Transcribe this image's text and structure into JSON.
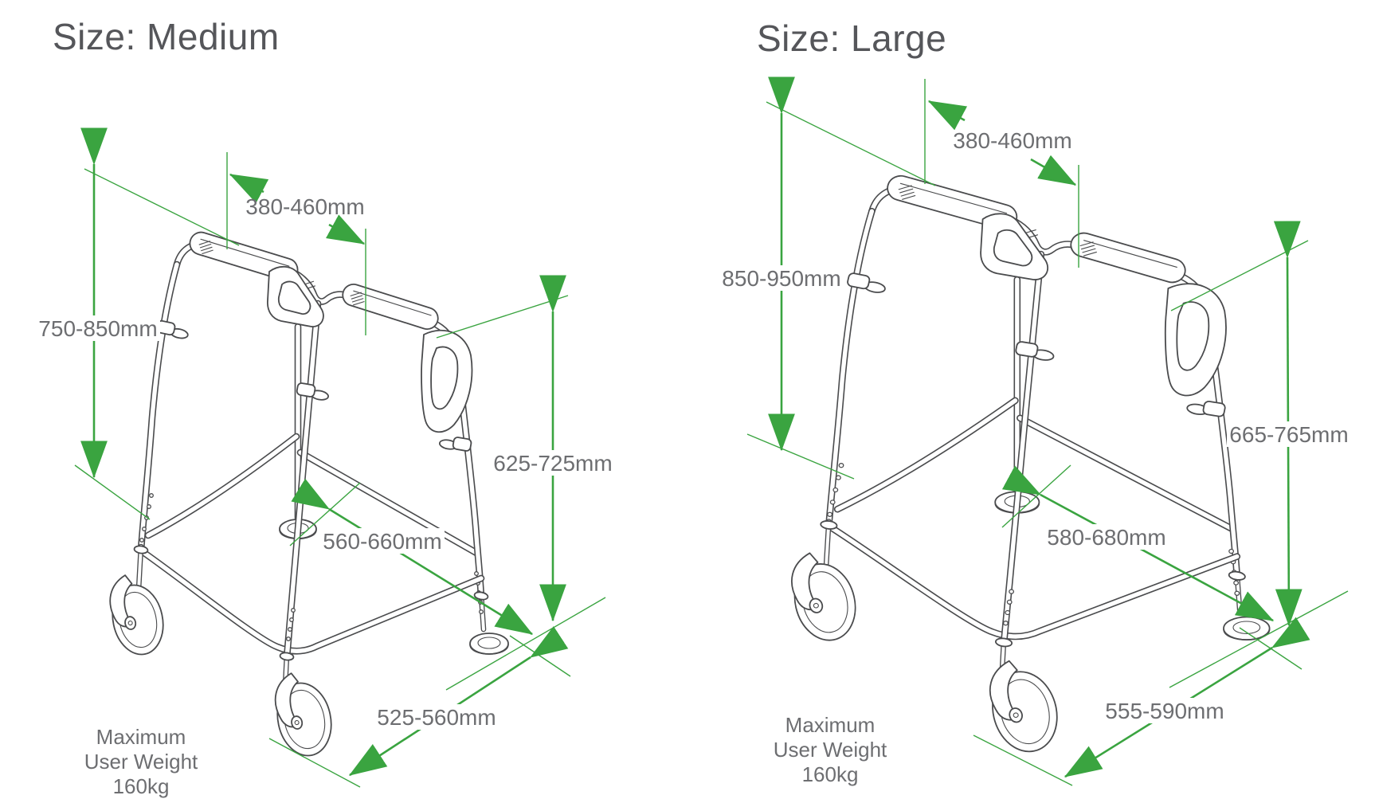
{
  "diagram": {
    "colors": {
      "dimension_green": "#3aa440",
      "label_gray": "#6d6e71",
      "title_gray": "#55565a",
      "line_art_gray": "#4a4b4d",
      "background": "#ffffff"
    },
    "panels": [
      {
        "id": "medium",
        "title": "Size: Medium",
        "dims": {
          "top_width": "380-460mm",
          "handle_height": "750-850mm",
          "armrest_height": "625-725mm",
          "depth": "560-660mm",
          "base_width": "525-560mm"
        },
        "weight_note": {
          "lines": [
            "Maximum",
            "User Weight",
            "160kg"
          ]
        }
      },
      {
        "id": "large",
        "title": "Size: Large",
        "dims": {
          "top_width": "380-460mm",
          "handle_height": "850-950mm",
          "armrest_height": "665-765mm",
          "depth": "580-680mm",
          "base_width": "555-590mm"
        },
        "weight_note": {
          "lines": [
            "Maximum",
            "User Weight",
            "160kg"
          ]
        }
      }
    ]
  }
}
